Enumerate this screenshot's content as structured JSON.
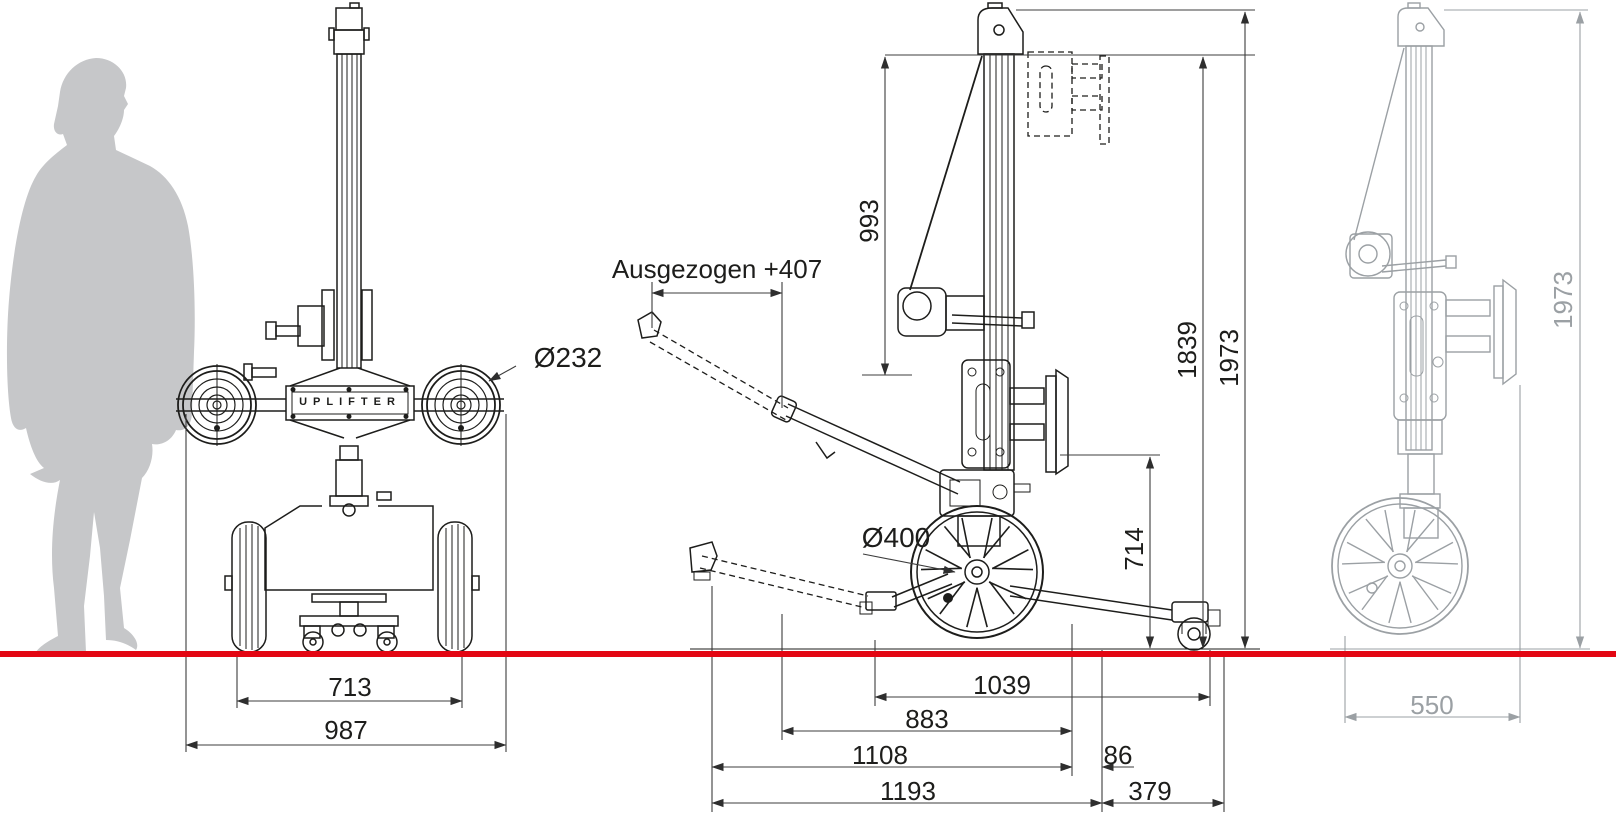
{
  "colors": {
    "ground_line": "#e30613",
    "ink": "#1d1d1b",
    "folded_view_gray": "#9ba0a4",
    "silhouette_gray": "#c6c7c9"
  },
  "front_view": {
    "brand": "UPLIFTER",
    "pad_diameter": "Ø232",
    "track_width": "713",
    "overall_width": "987"
  },
  "side_view": {
    "extended_label": "Ausgezogen +407",
    "dim_993": "993",
    "dim_1839": "1839",
    "dim_1973": "1973",
    "dim_714": "714",
    "wheel_diameter": "Ø400",
    "dim_1039": "1039",
    "dim_883": "883",
    "dim_1108": "1108",
    "dim_86": "86",
    "dim_1193": "1193",
    "dim_379": "379"
  },
  "folded_view": {
    "dim_550": "550",
    "dim_1973": "1973"
  }
}
